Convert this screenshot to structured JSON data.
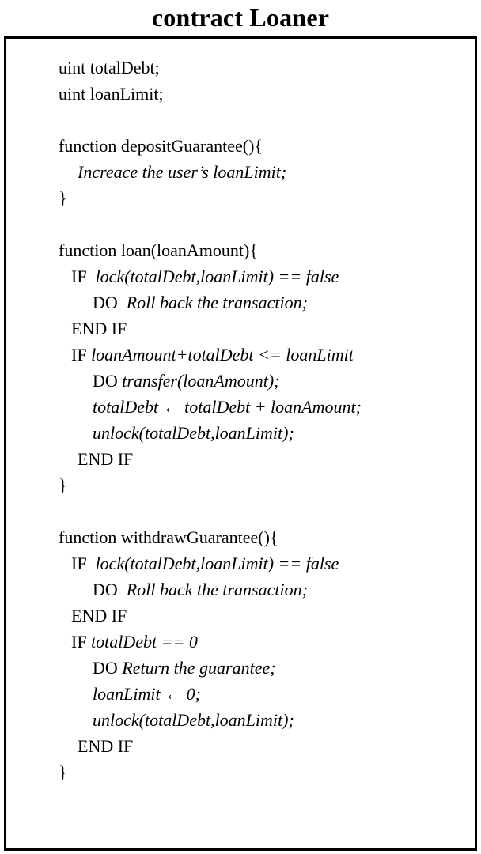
{
  "title": "contract Loaner",
  "code": {
    "declarations": [
      "uint totalDebt;",
      "uint loanLimit;"
    ],
    "deposit": {
      "header": "function depositGuarantee(){",
      "body": "Increace the user’s loanLimit;",
      "close": "}"
    },
    "loan": {
      "header": "function loan(loanAmount){",
      "if1_kw": "IF",
      "if1_cond": "lock(totalDebt,loanLimit) == false",
      "do1_kw": "DO",
      "do1_action": "Roll back the transaction;",
      "endif1": "END IF",
      "if2_kw": "IF",
      "if2_cond": "loanAmount+totalDebt <= loanLimit",
      "do2_kw": "DO",
      "do2_action": "transfer(loanAmount);",
      "assign": "totalDebt ← totalDebt + loanAmount;",
      "unlock": "unlock(totalDebt,loanLimit);",
      "endif2": "END IF",
      "close": "}"
    },
    "withdraw": {
      "header": "function withdrawGuarantee(){",
      "if1_kw": "IF",
      "if1_cond": "lock(totalDebt,loanLimit) == false",
      "do1_kw": "DO",
      "do1_action": "Roll back the transaction;",
      "endif1": "END IF",
      "if2_kw": "IF",
      "if2_cond": "totalDebt == 0",
      "do2_kw": "DO",
      "do2_action": "Return the guarantee;",
      "assign": "loanLimit ← 0;",
      "unlock": "unlock(totalDebt,loanLimit);",
      "endif2": "END IF",
      "close": "}"
    }
  }
}
